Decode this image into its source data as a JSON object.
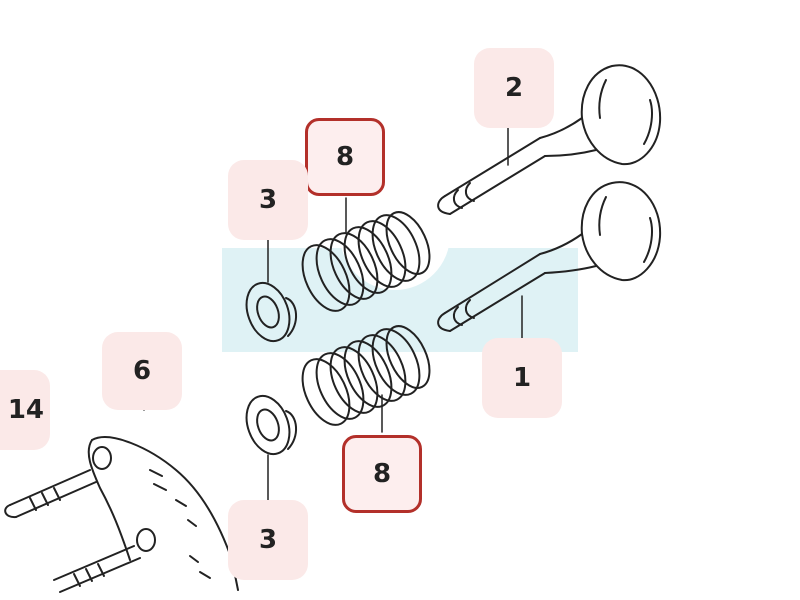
{
  "callouts": {
    "valve_top": "2",
    "valve_bottom": "1",
    "spring_top": "8",
    "spring_bottom": "8",
    "washer_top": "3",
    "washer_bottom": "3",
    "bracket": "6",
    "left_edge": "14"
  },
  "colors": {
    "line": "#222222",
    "callout_fill": "#fbe9e8",
    "highlight_border": "#b3302a",
    "band_fill": "#dff2f5"
  }
}
